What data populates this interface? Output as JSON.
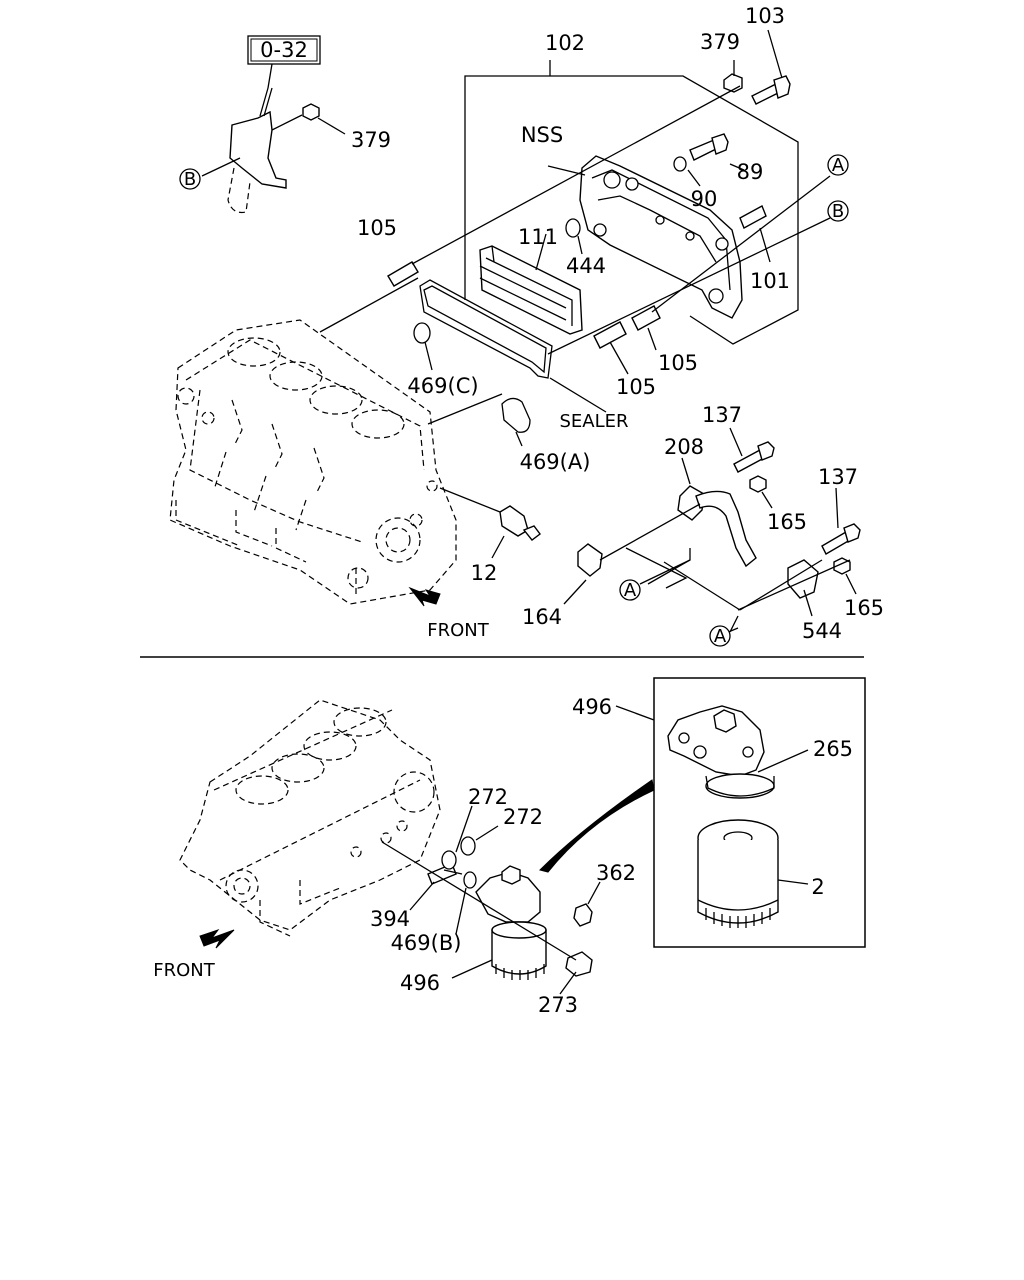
{
  "reference_box": "0-32",
  "top_section": {
    "labels": {
      "l_102": "102",
      "l_103": "103",
      "l_379a": "379",
      "l_379b": "379",
      "l_nss": "NSS",
      "l_89": "89",
      "l_90": "90",
      "l_101": "101",
      "l_105a": "105",
      "l_105b": "105",
      "l_105c": "105",
      "l_111": "111",
      "l_444": "444",
      "l_469c": "469(C)",
      "l_sealer": "SEALER",
      "l_469a": "469(A)",
      "l_137a": "137",
      "l_137b": "137",
      "l_208": "208",
      "l_165a": "165",
      "l_165b": "165",
      "l_12": "12",
      "l_164": "164",
      "l_544": "544",
      "front": "FRONT"
    },
    "callouts": {
      "a1": "A",
      "a2": "A",
      "a3": "A",
      "b1": "B",
      "b2": "B"
    }
  },
  "bottom_section": {
    "labels": {
      "l_496a": "496",
      "l_265": "265",
      "l_2": "2",
      "l_272a": "272",
      "l_272b": "272",
      "l_362": "362",
      "l_394": "394",
      "l_469b": "469(B)",
      "l_496b": "496",
      "l_273": "273",
      "front": "FRONT"
    }
  }
}
